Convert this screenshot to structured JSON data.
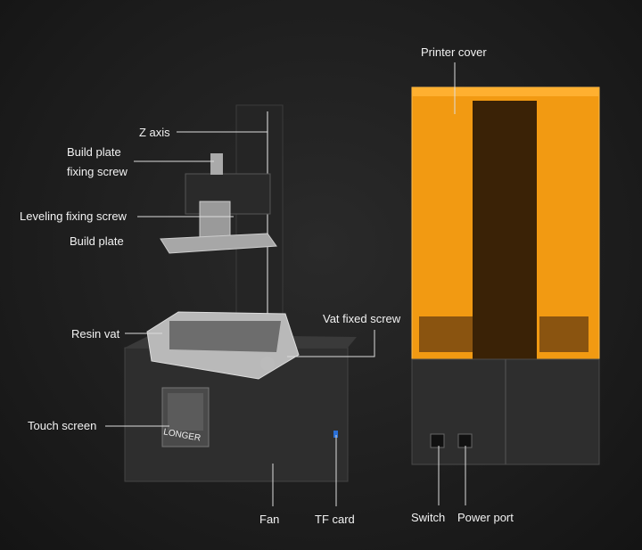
{
  "labels": {
    "printer_cover": "Printer cover",
    "z_axis": "Z axis",
    "build_plate_fixing_screw_1": "Build plate",
    "build_plate_fixing_screw_2": "fixing screw",
    "leveling_fixing_screw": "Leveling fixing screw",
    "build_plate": "Build plate",
    "resin_vat": "Resin vat",
    "vat_fixed_screw": "Vat fixed screw",
    "touch_screen": "Touch screen",
    "fan": "Fan",
    "tf_card": "TF card",
    "switch": "Switch",
    "power_port": "Power port"
  },
  "brand": "LONGER",
  "colors": {
    "cover": "#f29a12",
    "body": "#2b2b2b"
  }
}
